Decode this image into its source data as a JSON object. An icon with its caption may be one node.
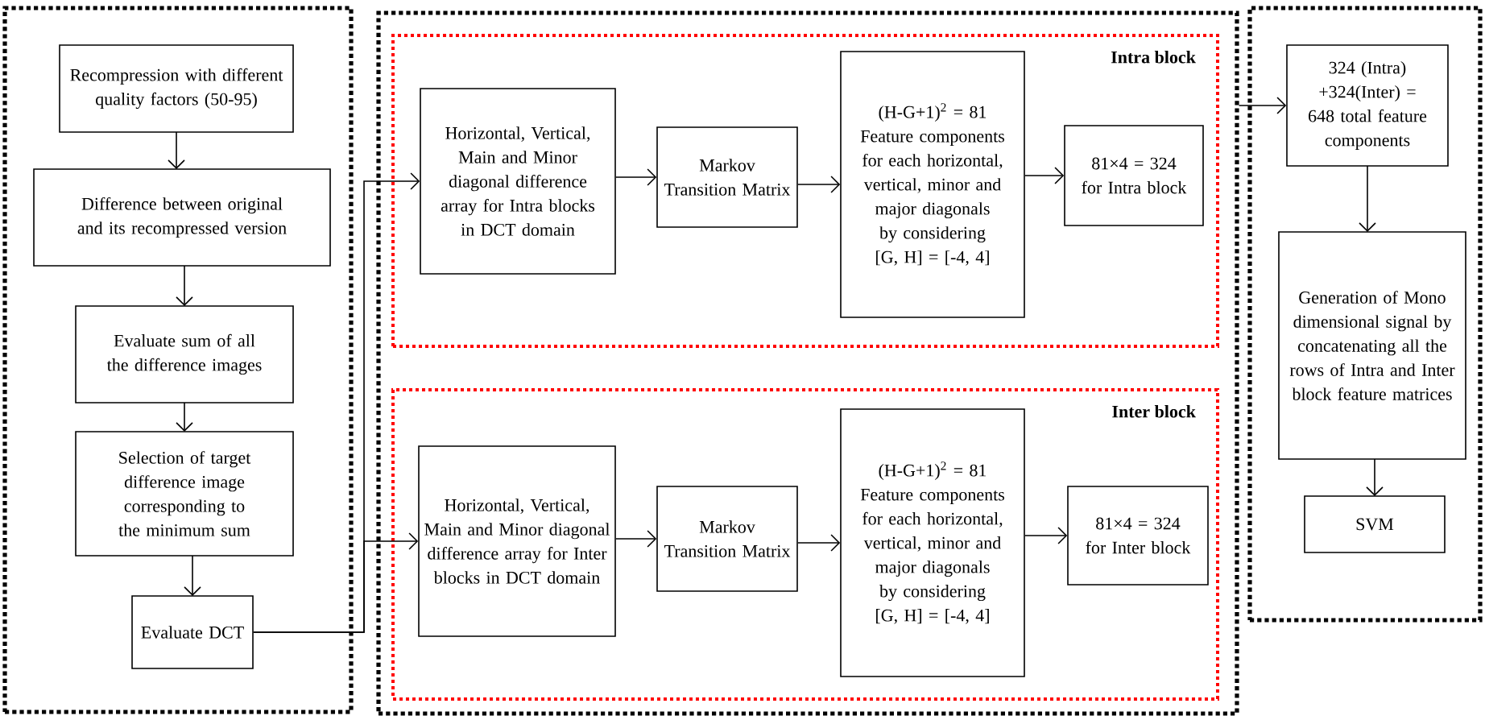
{
  "diagram": {
    "nodes": [
      {
        "text": [],
        "shape": "box"
      },
      {
        "text": [
          "Recompression with different quality factors (50-95)"
        ],
        "in": 0
      },
      {
        "text": [
          "Difference between original and its recompressed version"
        ],
        "in": 0
      },
      {
        "text": [
          "Evaluate sum of all the difference images"
        ],
        "in": 0
      },
      {
        "text": [
          "Selection of target difference image corresponding to the minimum sum"
        ],
        "in": 0
      },
      {
        "text": [
          "Evaluate DCT"
        ],
        "in": 0
      },
      {
        "text": [],
        "shape": "box"
      },
      {
        "text": [
          "Intra block"
        ],
        "in": 6
      },
      {
        "text": [
          "Horizontal, Vertical, Main and Minor diagonal difference array for Intra blocks in DCT domain"
        ],
        "in": 7
      },
      {
        "text": [
          "Markov Transition Matrix"
        ],
        "in": 7
      },
      {
        "text": [
          "(H-G+1)$^{2}$ = 81 Feature components for each horizontal, vertical, minor and major diagonals by considering [G, H] = [-4, 4]"
        ],
        "in": 7
      },
      {
        "text": [
          "81×4 = 324 for Intra block"
        ],
        "in": 7
      },
      {
        "text": [
          "Inter block"
        ],
        "in": 6
      },
      {
        "text": [
          "Horizontal, Vertical, Main and Minor diagonal difference array for Inter blocks in DCT domain"
        ],
        "in": 12
      },
      {
        "text": [
          "Markov Transition Matrix"
        ],
        "in": 12
      },
      {
        "text": [
          "(H-G+1)$^{2}$ = 81 Feature components for each horizontal, vertical, minor and major diagonals by considering [G, H] = [-4, 4]"
        ],
        "in": 12
      },
      {
        "text": [
          "81×4 = 324 for Inter block"
        ],
        "in": 12
      },
      {
        "text": [],
        "shape": "box"
      },
      {
        "text": [
          "324 (Intra) +324(Inter) = 648 total feature components"
        ],
        "in": 17
      },
      {
        "text": [
          "Generation of Mono dimensional signal by concatenating all the rows of Intra and Inter block feature matrices"
        ],
        "in": 17
      },
      {
        "text": [
          "SVM"
        ],
        "in": 17
      }
    ],
    "edges": [
      {
        "from": 1,
        "to": 2,
        "arrow": "to"
      },
      {
        "from": 2,
        "to": 3,
        "arrow": "to"
      },
      {
        "from": 3,
        "to": 4,
        "arrow": "to"
      },
      {
        "from": 4,
        "to": 5,
        "arrow": "to"
      },
      {
        "from": 5,
        "to": 8,
        "arrow": "to"
      },
      {
        "from": 5,
        "to": 13,
        "arrow": "to"
      },
      {
        "from": 8,
        "to": 9,
        "arrow": "to"
      },
      {
        "from": 9,
        "to": 10,
        "arrow": "to"
      },
      {
        "from": 10,
        "to": 11,
        "arrow": "to"
      },
      {
        "from": 13,
        "to": 14,
        "arrow": "to"
      },
      {
        "from": 14,
        "to": 15,
        "arrow": "to"
      },
      {
        "from": 15,
        "to": 16,
        "arrow": "to"
      },
      {
        "from": 6,
        "to": 18,
        "arrow": "to"
      },
      {
        "from": 18,
        "to": 19,
        "arrow": "to"
      },
      {
        "from": 19,
        "to": 20,
        "arrow": "to"
      }
    ]
  }
}
